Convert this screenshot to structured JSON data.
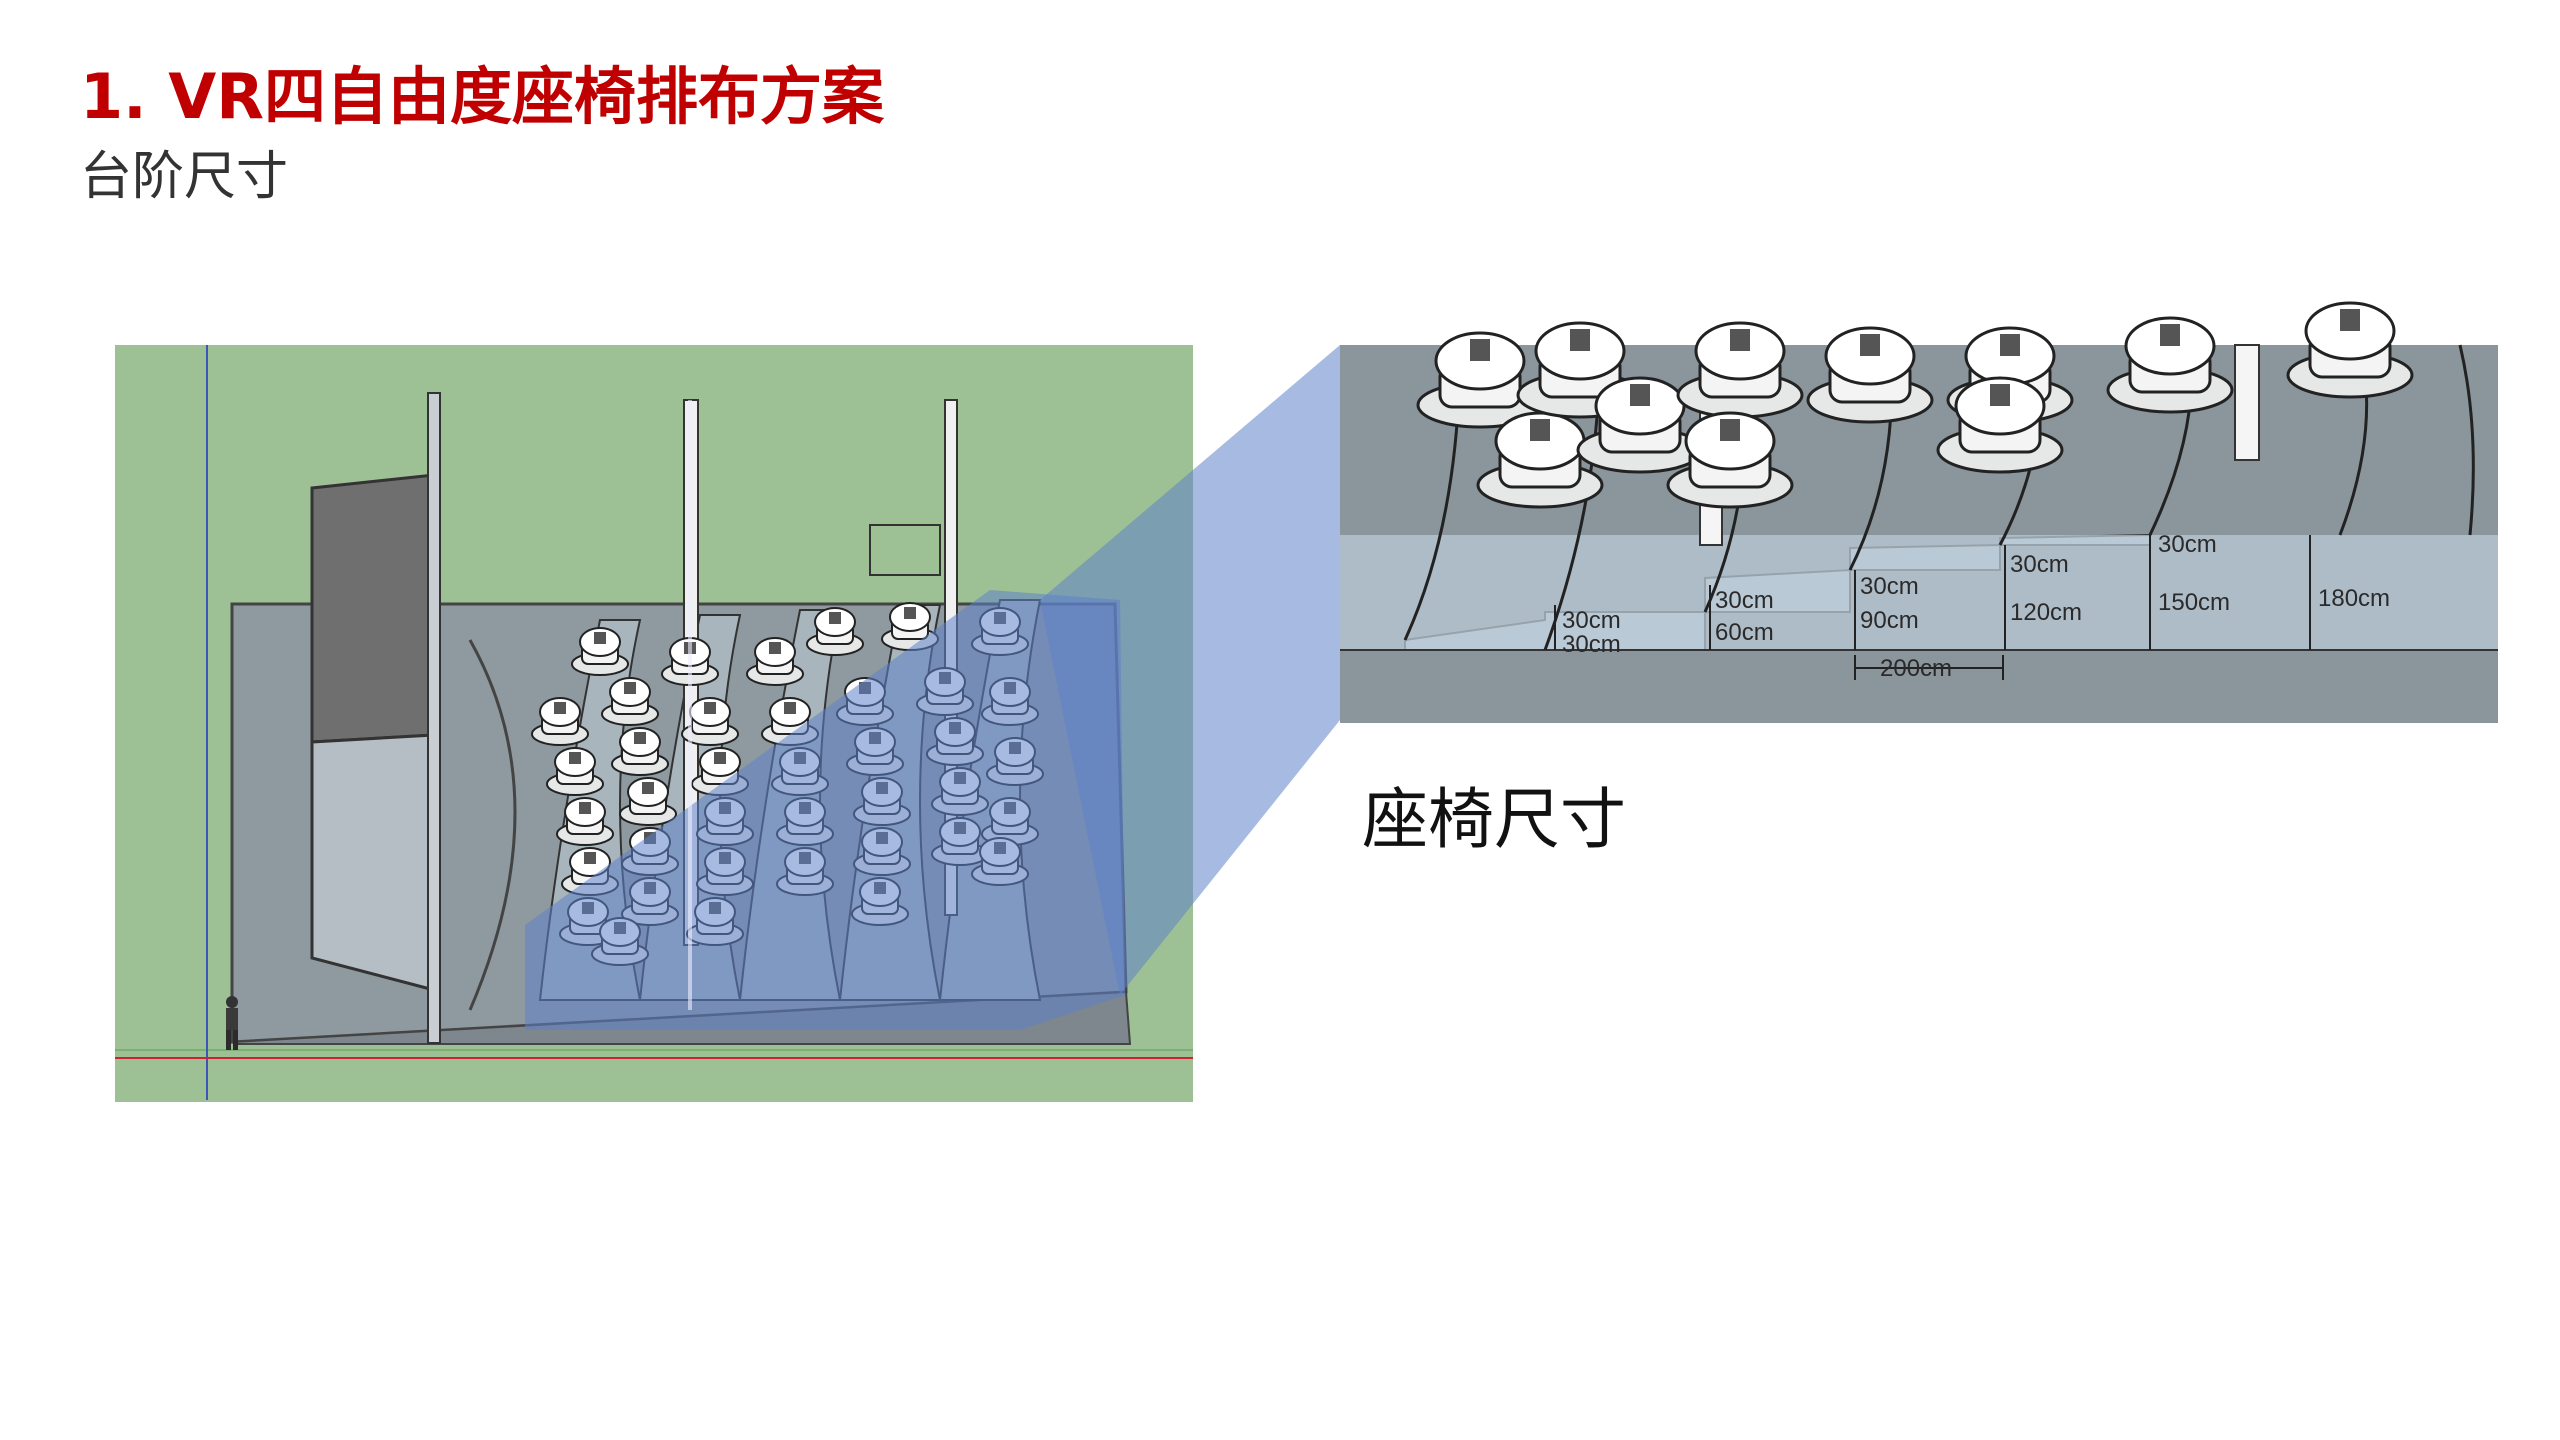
{
  "slide": {
    "title": "1. VR四自由度座椅排布方案",
    "subtitle": "台阶尺寸",
    "seat_caption": "座椅尺寸"
  },
  "detail_labels": {
    "step1_rise": "30cm",
    "step1_height": "30cm",
    "step2_rise": "30cm",
    "step2_height": "60cm",
    "step3_rise": "30cm",
    "step3_height": "90cm",
    "step4_rise": "30cm",
    "step4_height": "120cm",
    "step5_rise": "30cm",
    "step5_height": "150cm",
    "step6_height": "180cm",
    "step_depth": "200cm"
  },
  "colors": {
    "title": "#c00000",
    "model_background": "#9dc095",
    "floor_gray": "#8a959c",
    "highlight_blue": "#5e82c8",
    "step_face": "#b9cad6"
  }
}
